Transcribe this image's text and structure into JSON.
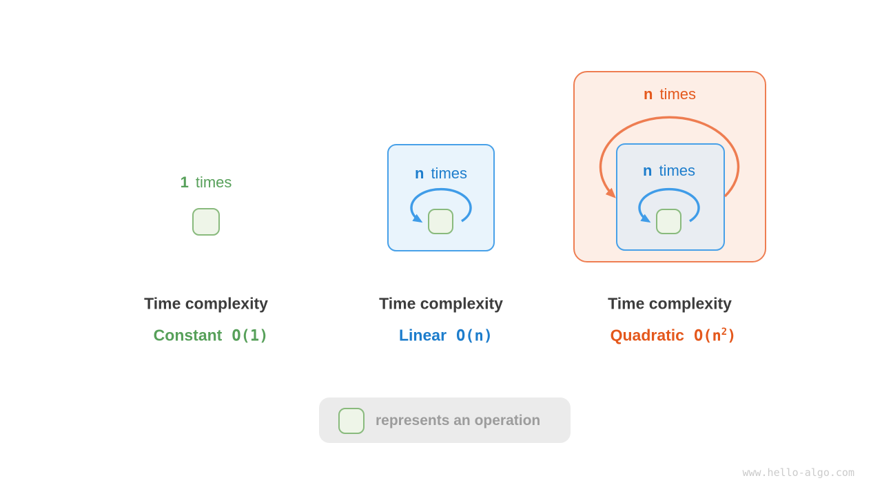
{
  "watermark": "www.hello-algo.com",
  "colors": {
    "green_text": "#57a05a",
    "green_box_border": "#89ba7d",
    "green_box_fill": "#eef5e8",
    "blue_text": "#1d7dcc",
    "blue_border": "#47a0e8",
    "blue_panel_fill": "#e9f4fc",
    "blue_inner_panel_fill": "#e9edf2",
    "orange_text": "#e4581c",
    "orange_border": "#ee7d51",
    "orange_panel_fill": "#fdeee6",
    "title_text": "#3c3c3c",
    "legend_bg": "#ebebeb",
    "legend_text": "#9c9c9c"
  },
  "panels": [
    {
      "loop_count": "1",
      "loop_word": "times",
      "title": "Time complexity",
      "name": "Constant",
      "o_main": "O(1)",
      "o_sup": "",
      "o_tail": ""
    },
    {
      "loop_count": "n",
      "loop_word": "times",
      "title": "Time complexity",
      "name": "Linear",
      "o_main": "O(n)",
      "o_sup": "",
      "o_tail": ""
    },
    {
      "outer_count": "n",
      "outer_word": "times",
      "loop_count": "n",
      "loop_word": "times",
      "title": "Time complexity",
      "name": "Quadratic",
      "o_main": "O(n",
      "o_sup": "2",
      "o_tail": ")"
    }
  ],
  "legend": {
    "label": "represents an operation"
  }
}
